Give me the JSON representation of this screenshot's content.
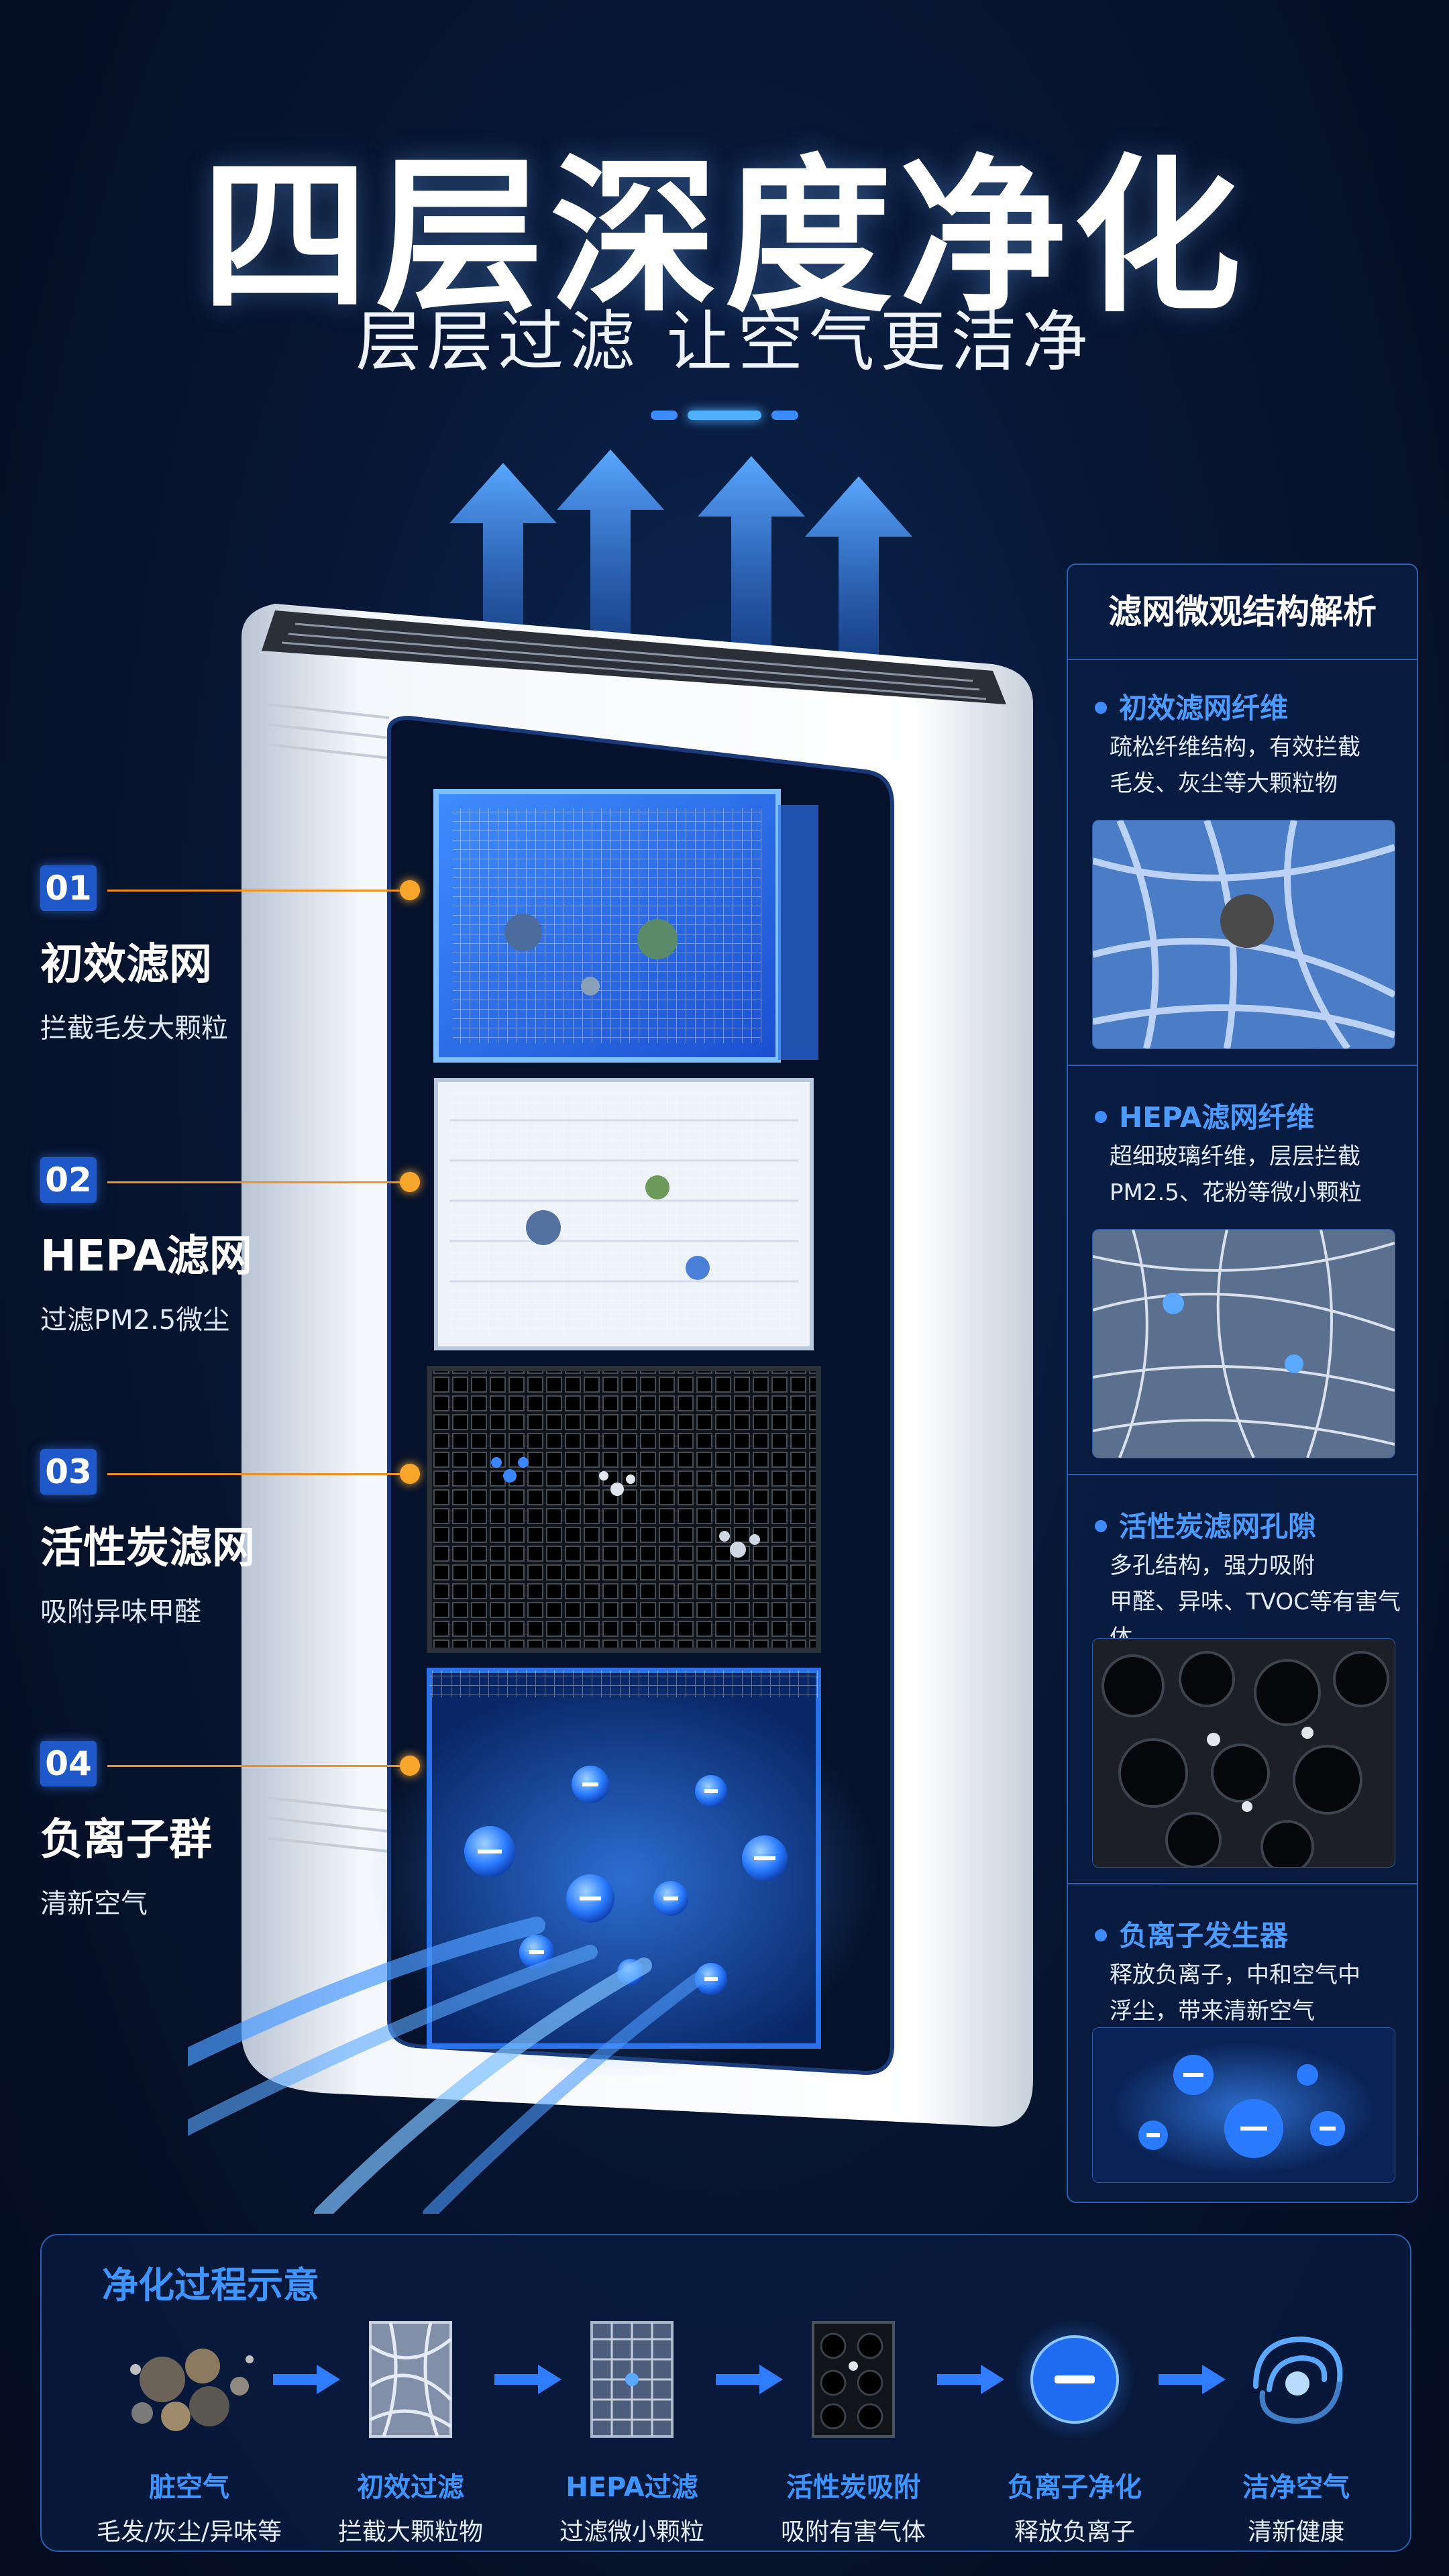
{
  "header": {
    "title": "四层深度净化",
    "subtitle": "层层过滤 让空气更洁净"
  },
  "colors": {
    "accent_blue": "#3f94ff",
    "badge_blue": "#1f58c8",
    "leader_orange": "#f0901e",
    "background": "#071633"
  },
  "layers": [
    {
      "num": "01",
      "name": "初效滤网",
      "desc": "拦截毛发大颗粒"
    },
    {
      "num": "02",
      "name": "HEPA滤网",
      "desc": "过滤PM2.5微尘"
    },
    {
      "num": "03",
      "name": "活性炭滤网",
      "desc": "吸附异味甲醛"
    },
    {
      "num": "04",
      "name": "负离子群",
      "desc": "清新空气"
    }
  ],
  "micro_panel": {
    "title": "滤网微观结构解析",
    "sections": [
      {
        "heading": "初效滤网纤维",
        "desc_lines": [
          "疏松纤维结构，有效拦截",
          "毛发、灰尘等大颗粒物"
        ]
      },
      {
        "heading": "HEPA滤网纤维",
        "desc_lines": [
          "超细玻璃纤维，层层拦截",
          "PM2.5、花粉等微小颗粒"
        ]
      },
      {
        "heading": "活性炭滤网孔隙",
        "desc_lines": [
          "多孔结构，强力吸附",
          "甲醛、异味、TVOC等有害气体"
        ]
      },
      {
        "heading": "负离子发生器",
        "desc_lines": [
          "释放负离子，中和空气中",
          "浮尘，带来清新空气"
        ]
      }
    ]
  },
  "process": {
    "title": "净化过程示意",
    "steps": [
      {
        "name": "脏空气",
        "desc": "毛发/灰尘/异味等",
        "icon": "dirty-air-icon"
      },
      {
        "name": "初效过滤",
        "desc": "拦截大颗粒物",
        "icon": "pre-filter-icon"
      },
      {
        "name": "HEPA过滤",
        "desc": "过滤微小颗粒",
        "icon": "hepa-filter-icon"
      },
      {
        "name": "活性炭吸附",
        "desc": "吸附有害气体",
        "icon": "carbon-filter-icon"
      },
      {
        "name": "负离子净化",
        "desc": "释放负离子",
        "icon": "negative-ion-icon"
      },
      {
        "name": "洁净空气",
        "desc": "清新健康",
        "icon": "clean-air-icon"
      }
    ]
  }
}
